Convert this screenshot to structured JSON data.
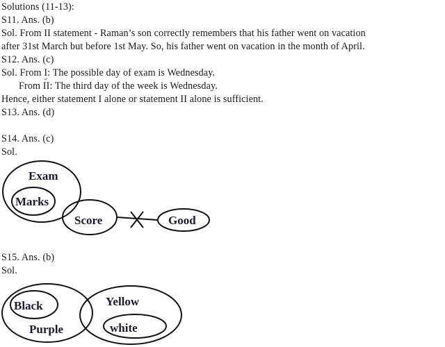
{
  "document": {
    "heading": "Solutions (11-13):",
    "s11": {
      "answer": "S11. Ans. (b)",
      "sol_line1": "Sol. From II statement - Raman’s son correctly remembers that his father went on vacation",
      "sol_line2": "after 31st March but before 1st May. So, his father went on vacation in the month of April."
    },
    "s12": {
      "answer": "S12. Ans. (c)",
      "sol_prefix": "Sol. From ",
      "sol_flagged_word": "I",
      "sol_rest": ": The possible day of exam is Wednesday.",
      "sol_line2": "From II: The third day of the week is Wednesday.",
      "sol_line3": "Hence, either statement I alone or statement II alone is sufficient."
    },
    "s13": {
      "answer": "S13. Ans. (d)"
    },
    "s14": {
      "answer": "S14. Ans. (c)",
      "sol": "Sol.",
      "diagram": {
        "labels": {
          "exam": "Exam",
          "marks": "Marks",
          "score": "Score",
          "good": "Good"
        },
        "relation_symbol": "cross-icon"
      }
    },
    "s15": {
      "answer": "S15. Ans. (b)",
      "sol": "Sol.",
      "diagram": {
        "labels": {
          "black": "Black",
          "purple": "Purple",
          "yellow": "Yellow",
          "white": "white"
        }
      }
    }
  }
}
